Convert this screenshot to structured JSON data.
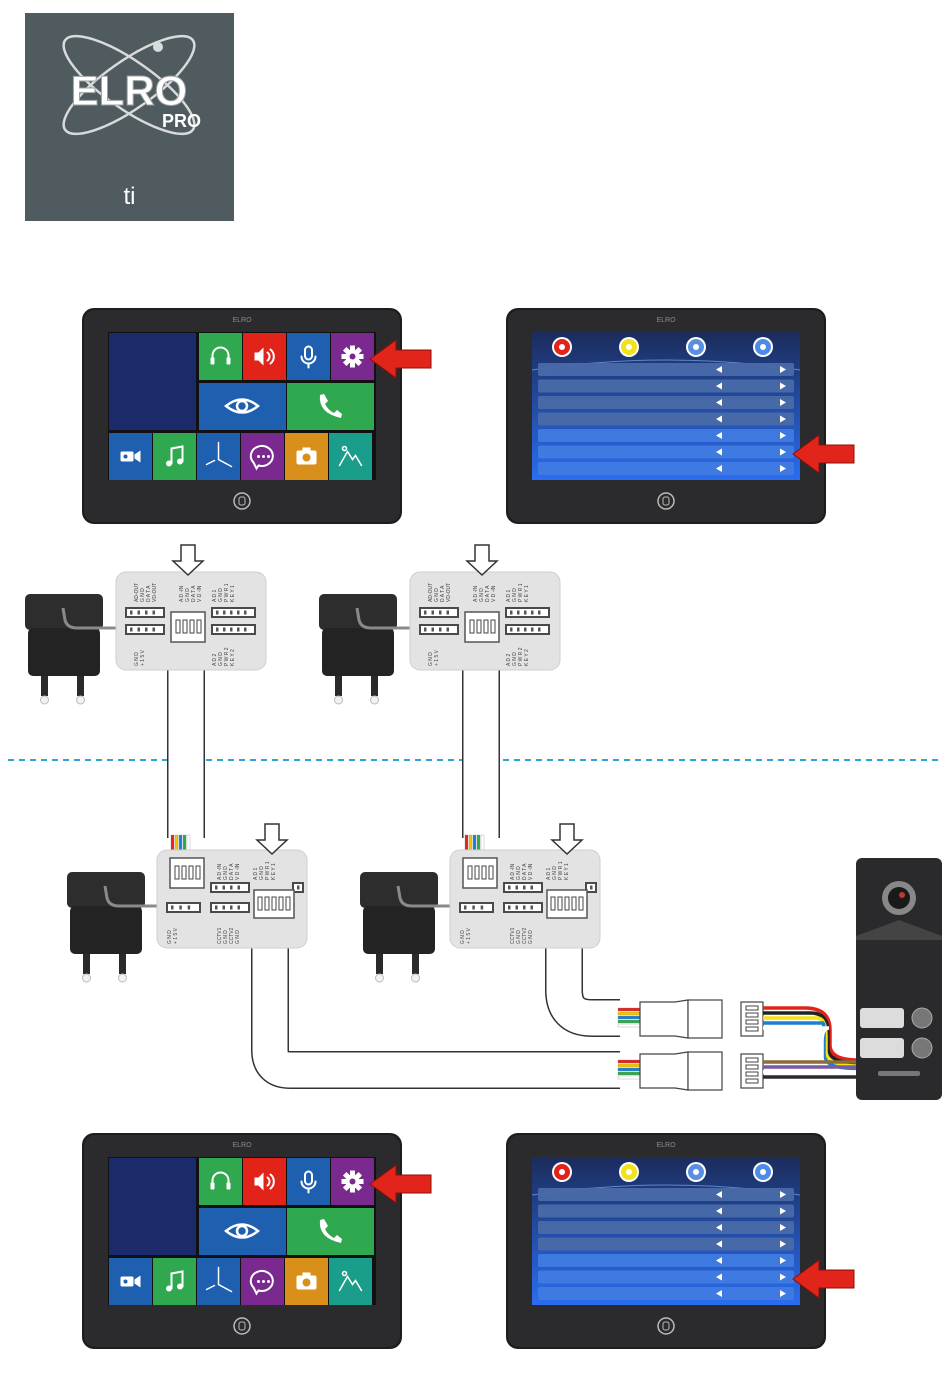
{
  "logo": {
    "brand_top": "ELRO",
    "brand_bottom": "PRO",
    "sub_label": "ti"
  },
  "monitor": {
    "brand": "ELRO"
  },
  "junction_box": {
    "top_left_labels": [
      "AD-OUT",
      "G N D",
      "D A T A",
      "VD-OUT"
    ],
    "top_right_labels": [
      "A D 1",
      "G N D",
      "P W R 1",
      "K E Y 1"
    ],
    "center_labels": [
      "A D -IN",
      "G N D",
      "D A T A",
      "V D -IN"
    ],
    "bottom_left_labels": [
      "G N D",
      "+ 1 5 V"
    ],
    "bottom_right_labels": [
      "A D 2",
      "G N D",
      "P W R 2",
      "K E Y 2"
    ],
    "bottom_cctv_labels": [
      "CCTV1",
      "G N D",
      "CCTV2",
      "G N D"
    ]
  },
  "colors": {
    "logo_bg": "#4f5b5f",
    "monitor_body": "#2b2b2d",
    "tile_green": "#2fa84f",
    "tile_red": "#e2231a",
    "tile_blue": "#1e5fb0",
    "tile_purple": "#7a2a8f",
    "tile_navy": "#1b2a6b",
    "tile_orange": "#d9901b",
    "tile_teal": "#1a9d8a",
    "menu_blue": "#2f66c7",
    "arrow_red": "#e1251b",
    "dashed_line": "#2fa7d8",
    "box_gray": "#e3e3e3"
  }
}
